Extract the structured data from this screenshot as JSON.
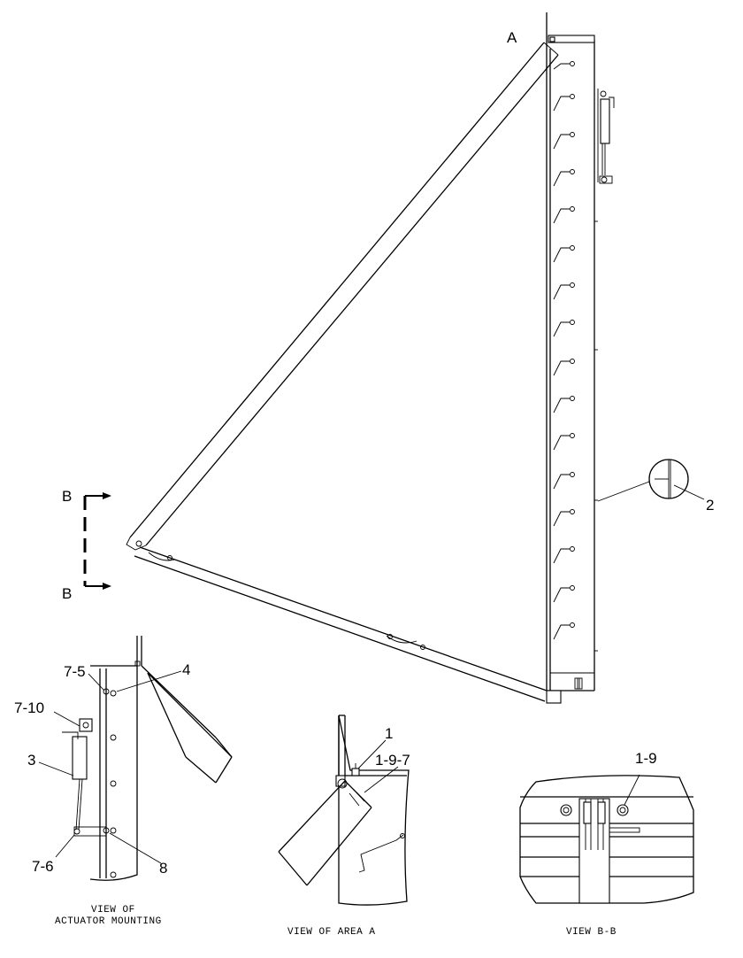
{
  "main_view": {
    "label_a": "A",
    "label_b_top": "B",
    "label_b_bottom": "B",
    "callout_2": "2"
  },
  "actuator_view": {
    "callout_7_5": "7-5",
    "callout_4": "4",
    "callout_7_10": "7-10",
    "callout_3": "3",
    "callout_7_6": "7-6",
    "callout_8": "8",
    "caption_line1": "VIEW OF",
    "caption_line2": "ACTUATOR MOUNTING"
  },
  "area_a_view": {
    "callout_1": "1",
    "callout_1_9_7": "1-9-7",
    "caption": "VIEW OF AREA A"
  },
  "section_bb_view": {
    "callout_1_9": "1-9",
    "caption": "VIEW B-B"
  }
}
